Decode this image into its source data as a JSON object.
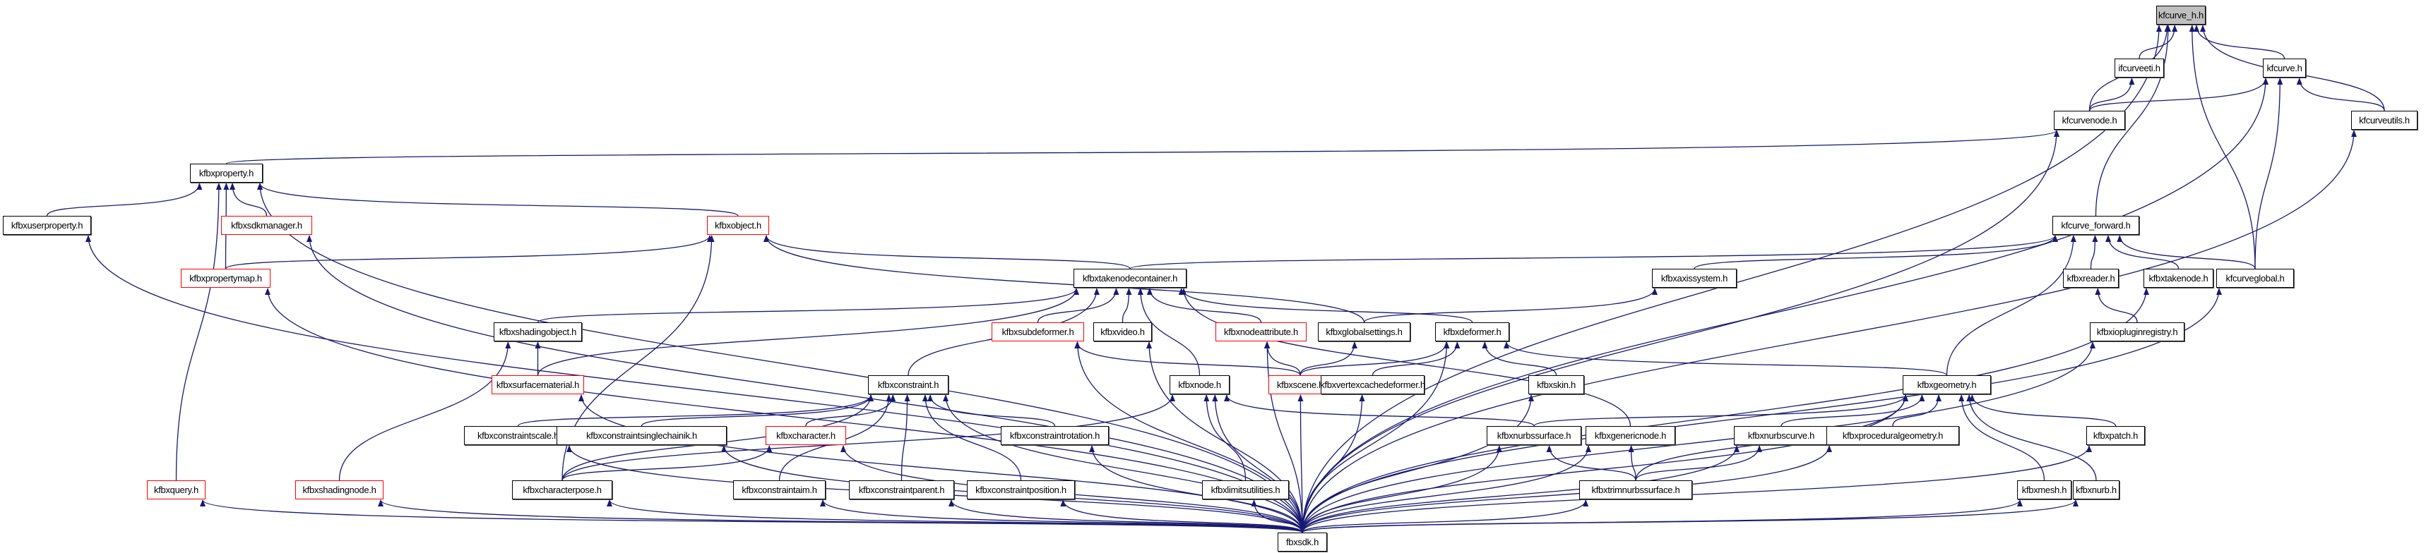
{
  "title": "kfcurve_h.h include dependency graph",
  "colors": {
    "edge": "#191970",
    "node_border": "#000000",
    "node_truncated_border": "#ff0000",
    "root_fill": "#bfbfbf"
  },
  "nodes": [
    {
      "id": "kfcurve_h",
      "label": "kfcurve_h.h",
      "style": "root"
    },
    {
      "id": "ifcurveeti",
      "label": "ifcurveeti.h",
      "style": "normal"
    },
    {
      "id": "kfcurve",
      "label": "kfcurve.h",
      "style": "normal"
    },
    {
      "id": "kfcurvenode",
      "label": "kfcurvenode.h",
      "style": "normal"
    },
    {
      "id": "kfcurveutils",
      "label": "kfcurveutils.h",
      "style": "normal"
    },
    {
      "id": "kfbxproperty",
      "label": "kfbxproperty.h",
      "style": "normal"
    },
    {
      "id": "kfbxuserproperty",
      "label": "kfbxuserproperty.h",
      "style": "normal"
    },
    {
      "id": "kfbxsdkmanager",
      "label": "kfbxsdkmanager.h",
      "style": "red"
    },
    {
      "id": "kfbxobject",
      "label": "kfbxobject.h",
      "style": "red"
    },
    {
      "id": "kfbxpropertymap",
      "label": "kfbxpropertymap.h",
      "style": "red"
    },
    {
      "id": "kfcurve_forward",
      "label": "kfcurve_forward.h",
      "style": "normal"
    },
    {
      "id": "kfbxtakenodecontainer",
      "label": "kfbxtakenodecontainer.h",
      "style": "normal"
    },
    {
      "id": "kfbxaxissystem",
      "label": "kfbxaxissystem.h",
      "style": "normal"
    },
    {
      "id": "kfbxreader",
      "label": "kfbxreader.h",
      "style": "normal"
    },
    {
      "id": "kfbxtakenode",
      "label": "kfbxtakenode.h",
      "style": "normal"
    },
    {
      "id": "kfcurveglobal",
      "label": "kfcurveglobal.h",
      "style": "normal"
    },
    {
      "id": "kfbxshadingobject",
      "label": "kfbxshadingobject.h",
      "style": "normal"
    },
    {
      "id": "kfbxsubdeformer",
      "label": "kfbxsubdeformer.h",
      "style": "red"
    },
    {
      "id": "kfbxvideo",
      "label": "kfbxvideo.h",
      "style": "normal"
    },
    {
      "id": "kfbxnodeattribute",
      "label": "kfbxnodeattribute.h",
      "style": "red"
    },
    {
      "id": "kfbxglobalsettings",
      "label": "kfbxglobalsettings.h",
      "style": "normal"
    },
    {
      "id": "kfbxdeformer",
      "label": "kfbxdeformer.h",
      "style": "normal"
    },
    {
      "id": "kfbxiopluginregistry",
      "label": "kfbxiopluginregistry.h",
      "style": "normal"
    },
    {
      "id": "kfbxsurfacematerial",
      "label": "kfbxsurfacematerial.h",
      "style": "red"
    },
    {
      "id": "kfbxconstraint",
      "label": "kfbxconstraint.h",
      "style": "normal"
    },
    {
      "id": "kfbxnode",
      "label": "kfbxnode.h",
      "style": "normal"
    },
    {
      "id": "kfbxscene",
      "label": "kfbxscene.h",
      "style": "red"
    },
    {
      "id": "kfbxvertexcachedeformer",
      "label": "kfbxvertexcachedeformer.h",
      "style": "normal"
    },
    {
      "id": "kfbxskin",
      "label": "kfbxskin.h",
      "style": "normal"
    },
    {
      "id": "kfbxgeometry",
      "label": "kfbxgeometry.h",
      "style": "normal"
    },
    {
      "id": "kfbxconstraintscale",
      "label": "kfbxconstraintscale.h",
      "style": "normal"
    },
    {
      "id": "kfbxconstraintsinglechainik",
      "label": "kfbxconstraintsinglechainik.h",
      "style": "normal"
    },
    {
      "id": "kfbxcharacter",
      "label": "kfbxcharacter.h",
      "style": "red"
    },
    {
      "id": "kfbxconstraintrotation",
      "label": "kfbxconstraintrotation.h",
      "style": "normal"
    },
    {
      "id": "kfbxnurbssurface",
      "label": "kfbxnurbssurface.h",
      "style": "normal"
    },
    {
      "id": "kfbxgenericnode",
      "label": "kfbxgenericnode.h",
      "style": "normal"
    },
    {
      "id": "kfbxnurbscurve",
      "label": "kfbxnurbscurve.h",
      "style": "normal"
    },
    {
      "id": "kfbxproceduralgeometry",
      "label": "kfbxproceduralgeometry.h",
      "style": "normal"
    },
    {
      "id": "kfbxpatch",
      "label": "kfbxpatch.h",
      "style": "normal"
    },
    {
      "id": "kfbxquery",
      "label": "kfbxquery.h",
      "style": "red"
    },
    {
      "id": "kfbxshadingnode",
      "label": "kfbxshadingnode.h",
      "style": "red"
    },
    {
      "id": "kfbxcharacterpose",
      "label": "kfbxcharacterpose.h",
      "style": "normal"
    },
    {
      "id": "kfbxconstraintaim",
      "label": "kfbxconstraintaim.h",
      "style": "normal"
    },
    {
      "id": "kfbxconstraintparent",
      "label": "kfbxconstraintparent.h",
      "style": "normal"
    },
    {
      "id": "kfbxconstraintposition",
      "label": "kfbxconstraintposition.h",
      "style": "normal"
    },
    {
      "id": "kfbxlimitsutilities",
      "label": "kfbxlimitsutilities.h",
      "style": "normal"
    },
    {
      "id": "kfbxtrimnurbssurface",
      "label": "kfbxtrimnurbssurface.h",
      "style": "normal"
    },
    {
      "id": "kfbxmesh",
      "label": "kfbxmesh.h",
      "style": "normal"
    },
    {
      "id": "kfbxnurb",
      "label": "kfbxnurb.h",
      "style": "normal"
    },
    {
      "id": "fbxsdk",
      "label": "fbxsdk.h",
      "style": "normal"
    }
  ],
  "edges": [
    [
      "ifcurveeti",
      "kfcurve_h"
    ],
    [
      "kfcurve",
      "kfcurve_h"
    ],
    [
      "kfcurvenode",
      "kfcurve_h"
    ],
    [
      "kfcurveutils",
      "kfcurve_h"
    ],
    [
      "kfcurve_forward",
      "kfcurve_h"
    ],
    [
      "kfcurveglobal",
      "kfcurve_h"
    ],
    [
      "fbxsdk",
      "kfcurve_h"
    ],
    [
      "kfcurvenode",
      "ifcurveeti"
    ],
    [
      "kfcurvenode",
      "kfcurve"
    ],
    [
      "kfcurveutils",
      "kfcurve"
    ],
    [
      "kfcurveglobal",
      "kfcurve"
    ],
    [
      "fbxsdk",
      "kfcurve"
    ],
    [
      "kfbxproperty",
      "kfcurvenode"
    ],
    [
      "fbxsdk",
      "kfcurvenode"
    ],
    [
      "fbxsdk",
      "kfcurveutils"
    ],
    [
      "kfbxuserproperty",
      "kfbxproperty"
    ],
    [
      "kfbxsdkmanager",
      "kfbxproperty"
    ],
    [
      "kfbxpropertymap",
      "kfbxproperty"
    ],
    [
      "kfbxobject",
      "kfbxproperty"
    ],
    [
      "kfbxquery",
      "kfbxproperty"
    ],
    [
      "fbxsdk",
      "kfbxproperty"
    ],
    [
      "fbxsdk",
      "kfbxuserproperty"
    ],
    [
      "fbxsdk",
      "kfbxsdkmanager"
    ],
    [
      "fbxsdk",
      "kfbxpropertymap"
    ],
    [
      "kfbxpropertymap",
      "kfbxobject"
    ],
    [
      "kfbxtakenodecontainer",
      "kfbxobject"
    ],
    [
      "kfbxglobalsettings",
      "kfbxobject"
    ],
    [
      "kfbxcharacterpose",
      "kfbxobject"
    ],
    [
      "kfbxtakenodecontainer",
      "kfcurve_forward"
    ],
    [
      "kfbxaxissystem",
      "kfcurve_forward"
    ],
    [
      "kfbxreader",
      "kfcurve_forward"
    ],
    [
      "kfbxtakenode",
      "kfcurve_forward"
    ],
    [
      "kfcurveglobal",
      "kfcurve_forward"
    ],
    [
      "kfbxgeometry",
      "kfcurve_forward"
    ],
    [
      "kfbxshadingobject",
      "kfbxtakenodecontainer"
    ],
    [
      "kfbxsubdeformer",
      "kfbxtakenodecontainer"
    ],
    [
      "kfbxvideo",
      "kfbxtakenodecontainer"
    ],
    [
      "kfbxnodeattribute",
      "kfbxtakenodecontainer"
    ],
    [
      "kfbxdeformer",
      "kfbxtakenodecontainer"
    ],
    [
      "kfbxsurfacematerial",
      "kfbxtakenodecontainer"
    ],
    [
      "kfbxconstraint",
      "kfbxtakenodecontainer"
    ],
    [
      "kfbxnode",
      "kfbxtakenodecontainer"
    ],
    [
      "kfbxgenericnode",
      "kfbxtakenodecontainer"
    ],
    [
      "kfbxglobalsettings",
      "kfbxaxissystem"
    ],
    [
      "kfbxiopluginregistry",
      "kfbxreader"
    ],
    [
      "fbxsdk",
      "kfbxtakenode"
    ],
    [
      "fbxsdk",
      "kfcurveglobal"
    ],
    [
      "kfbxsurfacematerial",
      "kfbxshadingobject"
    ],
    [
      "kfbxshadingnode",
      "kfbxshadingobject"
    ],
    [
      "kfbxscene",
      "kfbxsubdeformer"
    ],
    [
      "fbxsdk",
      "kfbxsubdeformer"
    ],
    [
      "fbxsdk",
      "kfbxvideo"
    ],
    [
      "kfbxscene",
      "kfbxnodeattribute"
    ],
    [
      "fbxsdk",
      "kfbxnodeattribute"
    ],
    [
      "kfbxscene",
      "kfbxglobalsettings"
    ],
    [
      "kfbxscene",
      "kfbxdeformer"
    ],
    [
      "kfbxvertexcachedeformer",
      "kfbxdeformer"
    ],
    [
      "kfbxskin",
      "kfbxdeformer"
    ],
    [
      "kfbxgeometry",
      "kfbxdeformer"
    ],
    [
      "fbxsdk",
      "kfbxdeformer"
    ],
    [
      "fbxsdk",
      "kfbxiopluginregistry"
    ],
    [
      "fbxsdk",
      "kfbxsurfacematerial"
    ],
    [
      "kfbxconstraintscale",
      "kfbxconstraint"
    ],
    [
      "kfbxconstraintsinglechainik",
      "kfbxconstraint"
    ],
    [
      "kfbxcharacter",
      "kfbxconstraint"
    ],
    [
      "kfbxconstraintrotation",
      "kfbxconstraint"
    ],
    [
      "kfbxcharacterpose",
      "kfbxconstraint"
    ],
    [
      "kfbxconstraintaim",
      "kfbxconstraint"
    ],
    [
      "kfbxconstraintparent",
      "kfbxconstraint"
    ],
    [
      "kfbxconstraintposition",
      "kfbxconstraint"
    ],
    [
      "fbxsdk",
      "kfbxconstraint"
    ],
    [
      "kfbxcharacterpose",
      "kfbxnode"
    ],
    [
      "kfbxlimitsutilities",
      "kfbxnode"
    ],
    [
      "kfbxnurbssurface",
      "kfbxnode"
    ],
    [
      "fbxsdk",
      "kfbxnode"
    ],
    [
      "fbxsdk",
      "kfbxscene"
    ],
    [
      "fbxsdk",
      "kfbxvertexcachedeformer"
    ],
    [
      "fbxsdk",
      "kfbxskin"
    ],
    [
      "kfbxnurbssurface",
      "kfbxgeometry"
    ],
    [
      "kfbxnurbscurve",
      "kfbxgeometry"
    ],
    [
      "kfbxproceduralgeometry",
      "kfbxgeometry"
    ],
    [
      "kfbxpatch",
      "kfbxgeometry"
    ],
    [
      "kfbxmesh",
      "kfbxgeometry"
    ],
    [
      "kfbxnurb",
      "kfbxgeometry"
    ],
    [
      "kfbxtrimnurbssurface",
      "kfbxgeometry"
    ],
    [
      "fbxsdk",
      "kfbxgeometry"
    ],
    [
      "fbxsdk",
      "kfbxconstraintscale"
    ],
    [
      "fbxsdk",
      "kfbxconstraintsinglechainik"
    ],
    [
      "kfbxcharacterpose",
      "kfbxcharacter"
    ],
    [
      "fbxsdk",
      "kfbxcharacter"
    ],
    [
      "fbxsdk",
      "kfbxconstraintrotation"
    ],
    [
      "kfbxtrimnurbssurface",
      "kfbxnurbssurface"
    ],
    [
      "fbxsdk",
      "kfbxnurbssurface"
    ],
    [
      "kfbxtrimnurbssurface",
      "kfbxgenericnode"
    ],
    [
      "fbxsdk",
      "kfbxgenericnode"
    ],
    [
      "kfbxtrimnurbssurface",
      "kfbxnurbscurve"
    ],
    [
      "fbxsdk",
      "kfbxnurbscurve"
    ],
    [
      "fbxsdk",
      "kfbxproceduralgeometry"
    ],
    [
      "fbxsdk",
      "kfbxpatch"
    ],
    [
      "fbxsdk",
      "kfbxquery"
    ],
    [
      "fbxsdk",
      "kfbxshadingnode"
    ],
    [
      "fbxsdk",
      "kfbxcharacterpose"
    ],
    [
      "fbxsdk",
      "kfbxconstraintaim"
    ],
    [
      "fbxsdk",
      "kfbxconstraintparent"
    ],
    [
      "fbxsdk",
      "kfbxconstraintposition"
    ],
    [
      "fbxsdk",
      "kfbxlimitsutilities"
    ],
    [
      "fbxsdk",
      "kfbxtrimnurbssurface"
    ],
    [
      "fbxsdk",
      "kfbxmesh"
    ],
    [
      "fbxsdk",
      "kfbxnurb"
    ]
  ]
}
